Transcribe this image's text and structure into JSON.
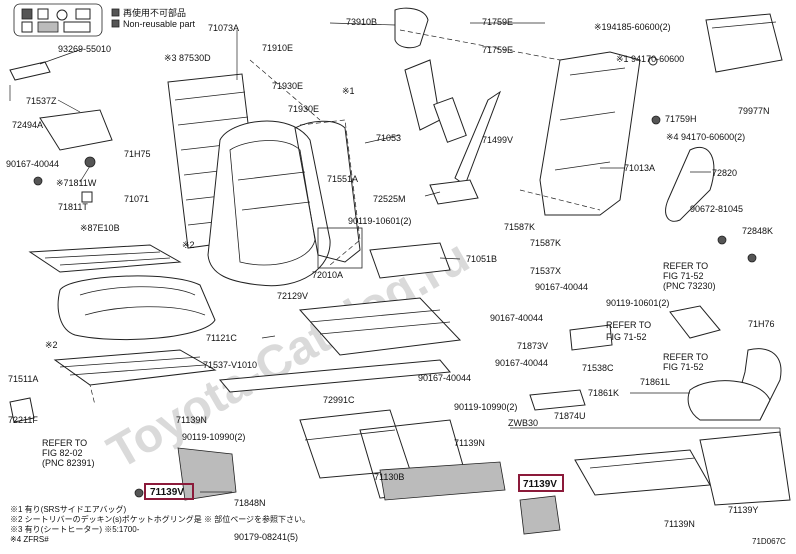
{
  "legend": {
    "reusable": "再使用不可部品",
    "non_reusable": "Non-reusable part"
  },
  "watermark": "Toyota-Catalog.ru",
  "diagram_code": "71D067C",
  "highlight_color": "#8b1a3a",
  "labels": [
    {
      "id": "93269-55010",
      "text": "93269-55010"
    },
    {
      "id": "71537Z",
      "text": "71537Z"
    },
    {
      "id": "72494A",
      "text": "72494A"
    },
    {
      "id": "90167-40044-a",
      "text": "90167-40044"
    },
    {
      "id": "71811W",
      "text": "※71811W"
    },
    {
      "id": "71811T",
      "text": "71811T"
    },
    {
      "id": "71H75",
      "text": "71H75"
    },
    {
      "id": "71071",
      "text": "71071"
    },
    {
      "id": "87E10B",
      "text": "※87E10B"
    },
    {
      "id": "x2a",
      "text": "※2"
    },
    {
      "id": "x2b",
      "text": "※2"
    },
    {
      "id": "71511A",
      "text": "71511A"
    },
    {
      "id": "72211F",
      "text": "72211F"
    },
    {
      "id": "refer1",
      "text": "REFER TO"
    },
    {
      "id": "refer1b",
      "text": "FIG 82-02"
    },
    {
      "id": "refer1c",
      "text": "(PNC 82391)"
    },
    {
      "id": "71139V-a",
      "text": "71139V"
    },
    {
      "id": "71073A",
      "text": "71073A"
    },
    {
      "id": "87530D",
      "text": "※3 87530D"
    },
    {
      "id": "71910E",
      "text": "71910E"
    },
    {
      "id": "71930E-a",
      "text": "71930E"
    },
    {
      "id": "71930E-b",
      "text": "71930E"
    },
    {
      "id": "73910B",
      "text": "73910B"
    },
    {
      "id": "x1",
      "text": "※1"
    },
    {
      "id": "71053",
      "text": "71053"
    },
    {
      "id": "71551A",
      "text": "71551A"
    },
    {
      "id": "72525M",
      "text": "72525M"
    },
    {
      "id": "90119-10601a",
      "text": "90119-10601(2)"
    },
    {
      "id": "71051B",
      "text": "71051B"
    },
    {
      "id": "72010A",
      "text": "72010A"
    },
    {
      "id": "72129V",
      "text": "72129V"
    },
    {
      "id": "71121C",
      "text": "71121C"
    },
    {
      "id": "71537-V1010",
      "text": "71537-V1010"
    },
    {
      "id": "72991C",
      "text": "72991C"
    },
    {
      "id": "71139N-a",
      "text": "71139N"
    },
    {
      "id": "90119-10990",
      "text": "90119-10990(2)"
    },
    {
      "id": "71848N",
      "text": "71848N"
    },
    {
      "id": "90179-08241",
      "text": "90179-08241(5)"
    },
    {
      "id": "71130B",
      "text": "71130B"
    },
    {
      "id": "71759E",
      "text": "71759E"
    },
    {
      "id": "71759E-b",
      "text": "71759E"
    },
    {
      "id": "194185",
      "text": "※194185-60600(2)"
    },
    {
      "id": "94170a",
      "text": "※1 94170-60600"
    },
    {
      "id": "71759H",
      "text": "71759H"
    },
    {
      "id": "94170b",
      "text": "※4 94170-60600(2)"
    },
    {
      "id": "79977N",
      "text": "79977N"
    },
    {
      "id": "71499V",
      "text": "71499V"
    },
    {
      "id": "71013A",
      "text": "71013A"
    },
    {
      "id": "72820",
      "text": "72820"
    },
    {
      "id": "90672",
      "text": "90672-81045"
    },
    {
      "id": "72848K",
      "text": "72848K"
    },
    {
      "id": "71587K-a",
      "text": "71587K"
    },
    {
      "id": "71587K-b",
      "text": "71587K"
    },
    {
      "id": "71537X",
      "text": "71537X"
    },
    {
      "id": "90167-40044-b",
      "text": "90167-40044"
    },
    {
      "id": "90167-40044-c",
      "text": "90167-40044"
    },
    {
      "id": "90167-40044-d",
      "text": "90167-40044"
    },
    {
      "id": "90167-40044-e",
      "text": "90167-40044"
    },
    {
      "id": "90119-10601b",
      "text": "90119-10601(2)"
    },
    {
      "id": "refer2",
      "text": "REFER TO"
    },
    {
      "id": "refer2b",
      "text": "FIG 71-52"
    },
    {
      "id": "refer2c",
      "text": "(PNC 73230)"
    },
    {
      "id": "refer3",
      "text": "REFER TO"
    },
    {
      "id": "refer3b",
      "text": "FIG 71-52"
    },
    {
      "id": "refer4",
      "text": "REFER TO"
    },
    {
      "id": "refer4b",
      "text": "FIG 71-52"
    },
    {
      "id": "71H76",
      "text": "71H76"
    },
    {
      "id": "71873V",
      "text": "71873V"
    },
    {
      "id": "71538C",
      "text": "71538C"
    },
    {
      "id": "71861K",
      "text": "71861K"
    },
    {
      "id": "71861L",
      "text": "71861L"
    },
    {
      "id": "90119-10990b",
      "text": "90119-10990(2)"
    },
    {
      "id": "71874U",
      "text": "71874U"
    },
    {
      "id": "71139N-b",
      "text": "71139N"
    },
    {
      "id": "zwb",
      "text": "ZWB30"
    },
    {
      "id": "71139V-b",
      "text": "71139V"
    },
    {
      "id": "71139N-c",
      "text": "71139N"
    },
    {
      "id": "71139Y",
      "text": "71139Y"
    }
  ],
  "footnotes": [
    {
      "id": "fn1",
      "text": "※1 有り(SRSサイドエアバッグ)"
    },
    {
      "id": "fn2",
      "text": "※2 シートリバーのデッキン(s)ポケットホグリング是 ※ 部位ページを参照下さい。"
    },
    {
      "id": "fn3",
      "text": "※3 有り(シートヒーター)  ※5:1700-"
    },
    {
      "id": "fn4",
      "text": "※4 ZFRS#"
    }
  ]
}
